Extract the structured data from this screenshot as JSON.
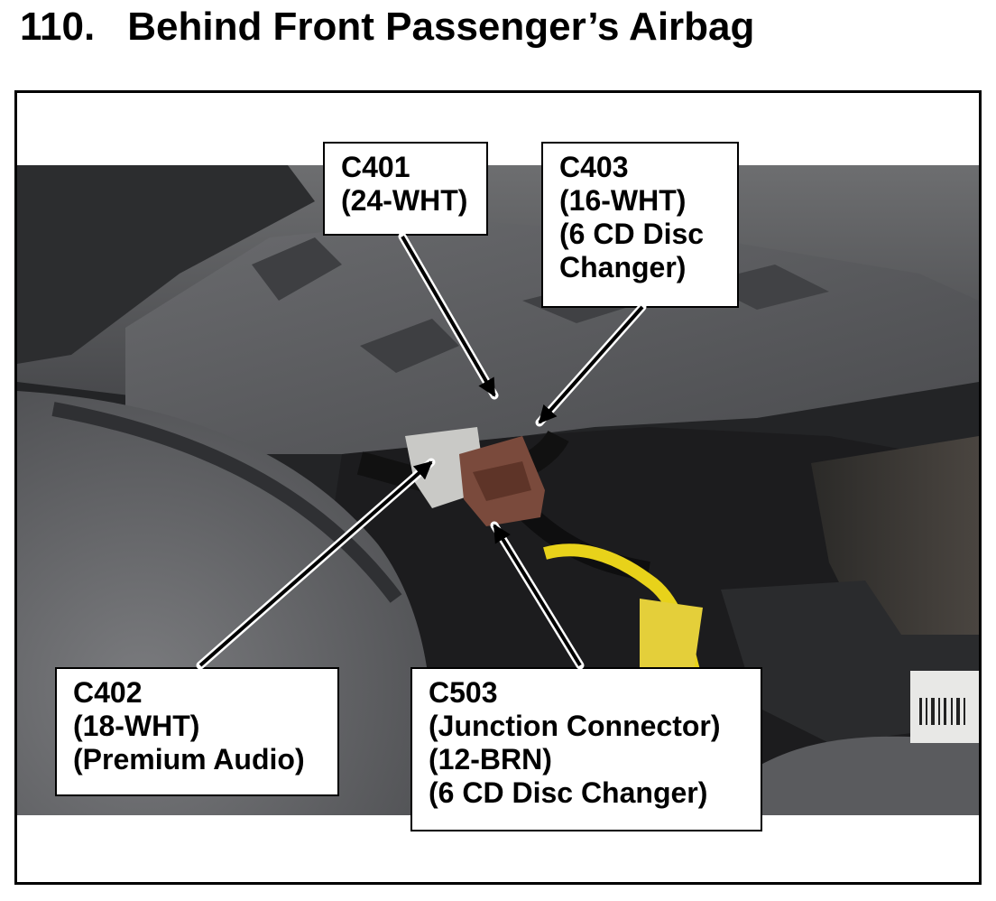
{
  "page": {
    "number": "110.",
    "title": "Behind Front Passenger’s Airbag"
  },
  "callouts": {
    "c401": {
      "lines": [
        "C401",
        "(24-WHT)"
      ]
    },
    "c403": {
      "lines": [
        "C403",
        "(16-WHT)",
        "(6 CD Disc",
        "Changer)"
      ]
    },
    "c402": {
      "lines": [
        "C402",
        "(18-WHT)",
        "(Premium Audio)"
      ]
    },
    "c503": {
      "lines": [
        "C503",
        "(Junction Connector)",
        "(12-BRN)",
        "(6 CD Disc Changer)"
      ]
    }
  },
  "colors": {
    "connector_brown": "#7a4a3c",
    "airbag_wire_yellow": "#e8d21a",
    "dash_gray": "#5d5e60",
    "panel_dark": "#3a3b3d"
  }
}
